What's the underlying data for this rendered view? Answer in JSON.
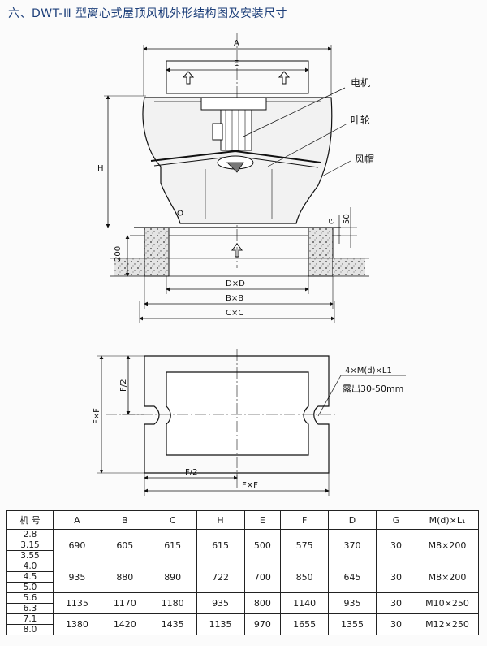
{
  "page": {
    "title": "六、DWT-Ⅲ 型离心式屋顶风机外形结构图及安装尺寸"
  },
  "drawing": {
    "labels": {
      "motor": "电机",
      "impeller": "叶轮",
      "hood": "风帽",
      "dim_a": "A",
      "dim_e": "E",
      "dim_h": "H",
      "dim_g": "G",
      "dim_50": "50",
      "dim_200": "200",
      "dim_dxd": "D×D",
      "dim_bxb": "B×B",
      "dim_cxc": "C×C",
      "plan_f2_vertical": "F/2",
      "plan_fxf_vertical": "F×F",
      "plan_f2_horizontal": "F/2",
      "plan_fxf_horizontal": "F×F",
      "bolt_spec": "4×M(d)×L1",
      "bolt_note": "露出30-50mm"
    }
  },
  "table": {
    "headers": [
      "机 号",
      "A",
      "B",
      "C",
      "H",
      "E",
      "F",
      "D",
      "G",
      "M(d)×L₁"
    ],
    "rows": [
      {
        "models": [
          "2.8",
          "3.15",
          "3.55"
        ],
        "values": [
          "690",
          "605",
          "615",
          "615",
          "500",
          "575",
          "370",
          "30",
          "M8×200"
        ]
      },
      {
        "models": [
          "4.0",
          "4.5",
          "5.0"
        ],
        "values": [
          "935",
          "880",
          "890",
          "722",
          "700",
          "850",
          "645",
          "30",
          "M8×200"
        ]
      },
      {
        "models": [
          "5.6",
          "6.3"
        ],
        "values": [
          "1135",
          "1170",
          "1180",
          "935",
          "800",
          "1140",
          "935",
          "30",
          "M10×250"
        ]
      },
      {
        "models": [
          "7.1",
          "8.0"
        ],
        "values": [
          "1380",
          "1420",
          "1435",
          "1135",
          "970",
          "1655",
          "1355",
          "30",
          "M12×250"
        ]
      }
    ]
  }
}
